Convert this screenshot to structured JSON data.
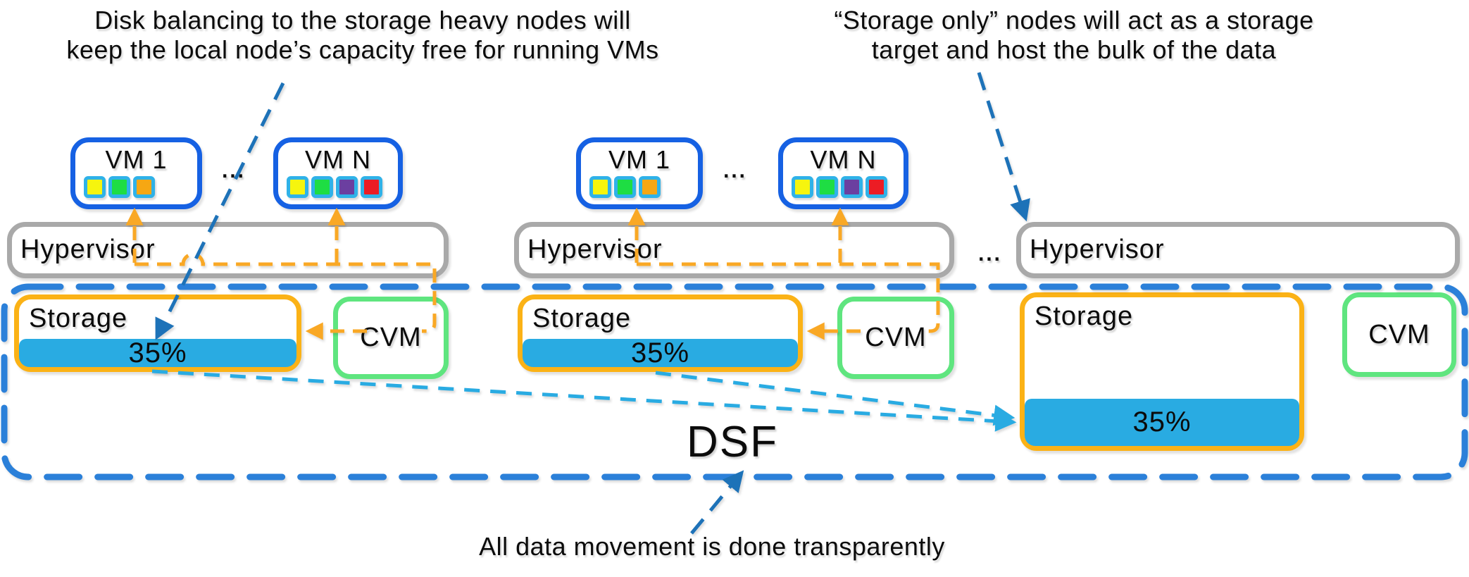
{
  "annotations": {
    "disk_balancing": {
      "line1": "Disk balancing to the storage heavy nodes will",
      "line2": "keep the local node’s capacity free for running VMs"
    },
    "storage_only": {
      "line1": "“Storage only” nodes will act as a storage",
      "line2": "target and host the bulk of the data"
    },
    "data_movement": {
      "text": "All data movement is done transparently"
    }
  },
  "ellipsis": "...",
  "dsf_label": "DSF",
  "nodes": [
    {
      "hypervisor_label": "Hypervisor",
      "vms": [
        {
          "label": "VM 1",
          "disks": [
            "#f6f50e",
            "#1edd43",
            "#f6a713"
          ]
        },
        {
          "label": "VM N",
          "disks": [
            "#f6f50e",
            "#1edd43",
            "#6b3fa0",
            "#ec1c24"
          ]
        }
      ],
      "storage": {
        "label": "Storage",
        "usage": "35%"
      },
      "cvm_label": "CVM"
    },
    {
      "hypervisor_label": "Hypervisor",
      "vms": [
        {
          "label": "VM 1",
          "disks": [
            "#f6f50e",
            "#1edd43",
            "#f6a713"
          ]
        },
        {
          "label": "VM N",
          "disks": [
            "#f6f50e",
            "#1edd43",
            "#6b3fa0",
            "#ec1c24"
          ]
        }
      ],
      "storage": {
        "label": "Storage",
        "usage": "35%"
      },
      "cvm_label": "CVM"
    },
    {
      "hypervisor_label": "Hypervisor",
      "vms": [],
      "storage": {
        "label": "Storage",
        "usage": "35%"
      },
      "cvm_label": "CVM"
    }
  ],
  "colors": {
    "vm_border": "#1661e3",
    "disk_border": "#2fb2e8",
    "hypervisor_border": "#a9a9a9",
    "storage_border": "#fbb216",
    "cvm_border": "#5fe57f",
    "capacity_fill": "#29abe2",
    "dsf_border": "#2b80d9",
    "connector_orange": "#f9a825",
    "annotation_arrow_blue": "#1d72b8",
    "data_movement_cyan": "#29abe2"
  }
}
